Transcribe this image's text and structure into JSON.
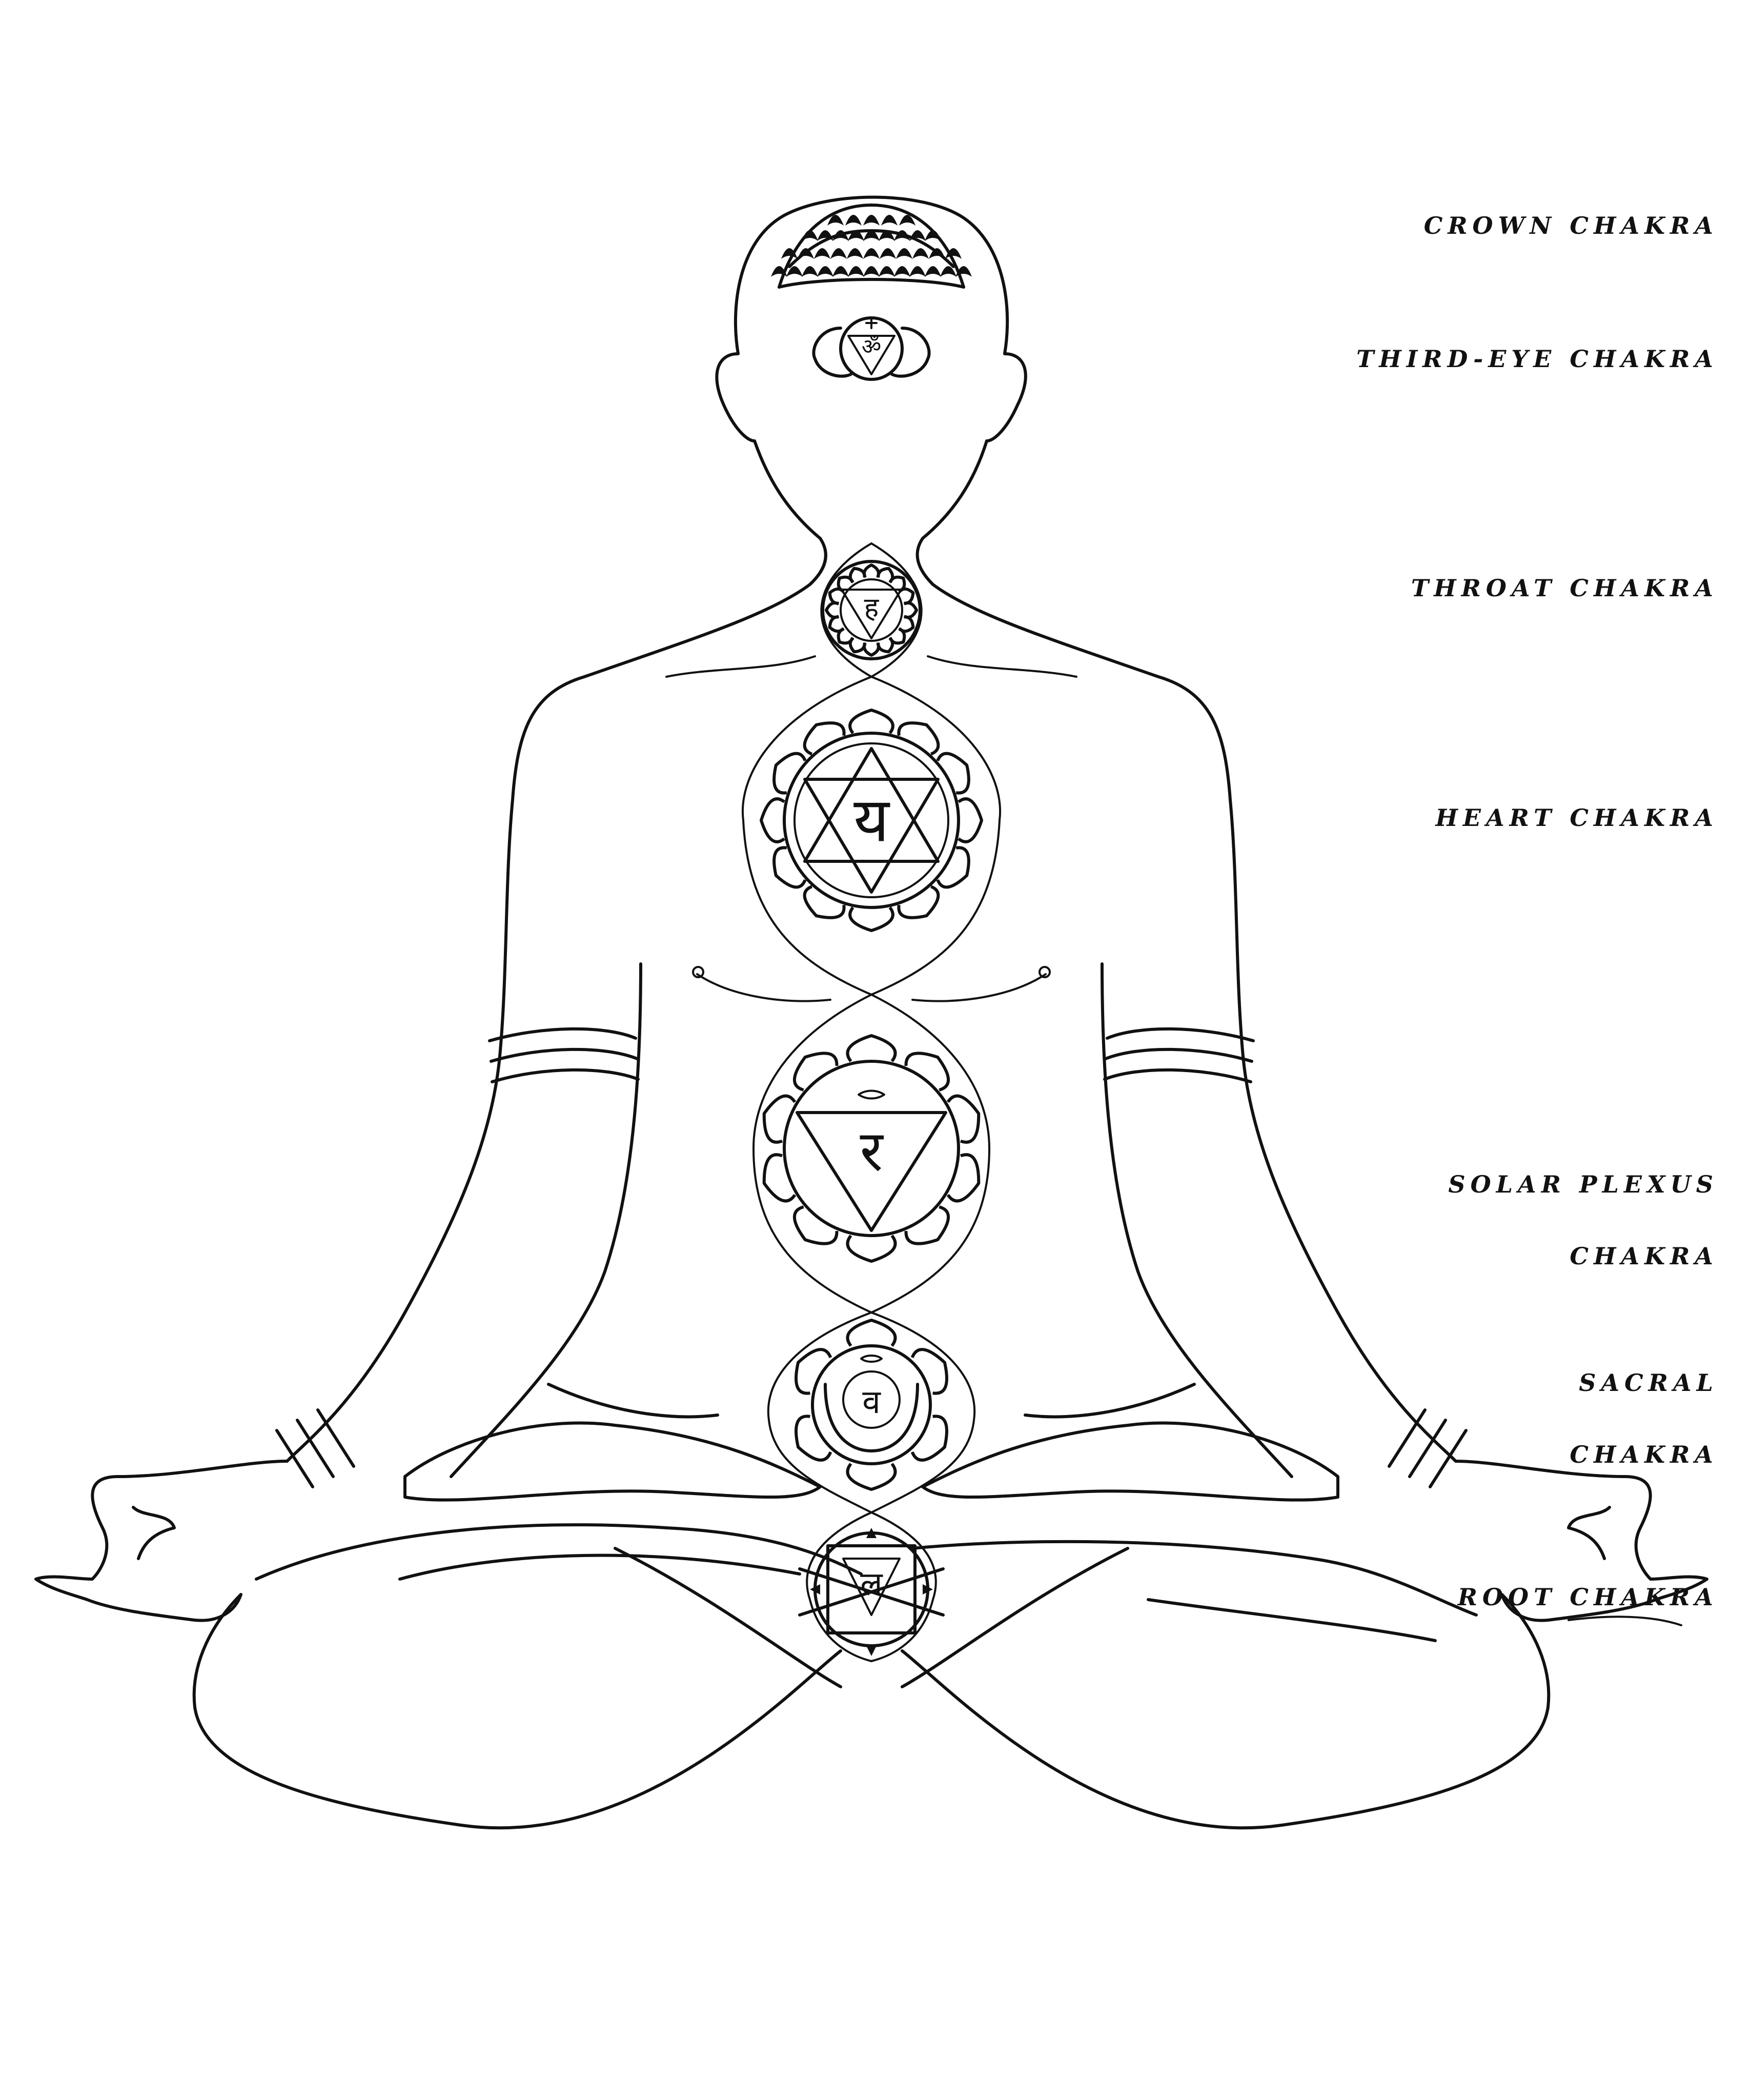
{
  "labels": {
    "crown": "CROWN CHAKRA",
    "third_eye": "THIRD-EYE CHAKRA",
    "throat": "THROAT CHAKRA",
    "heart": "HEART CHAKRA",
    "solar_plexus_1": "SOLAR PLEXUS",
    "solar_plexus_2": "CHAKRA",
    "sacral_1": "SACRAL",
    "sacral_2": "CHAKRA",
    "root": "ROOT CHAKRA"
  },
  "seed_syllables": {
    "third_eye": "ॐ",
    "throat": "ह",
    "heart": "य",
    "solar_plexus": "र",
    "sacral": "व",
    "root": "ल"
  },
  "colors": {
    "ink": "#111111",
    "background": "#ffffff"
  }
}
